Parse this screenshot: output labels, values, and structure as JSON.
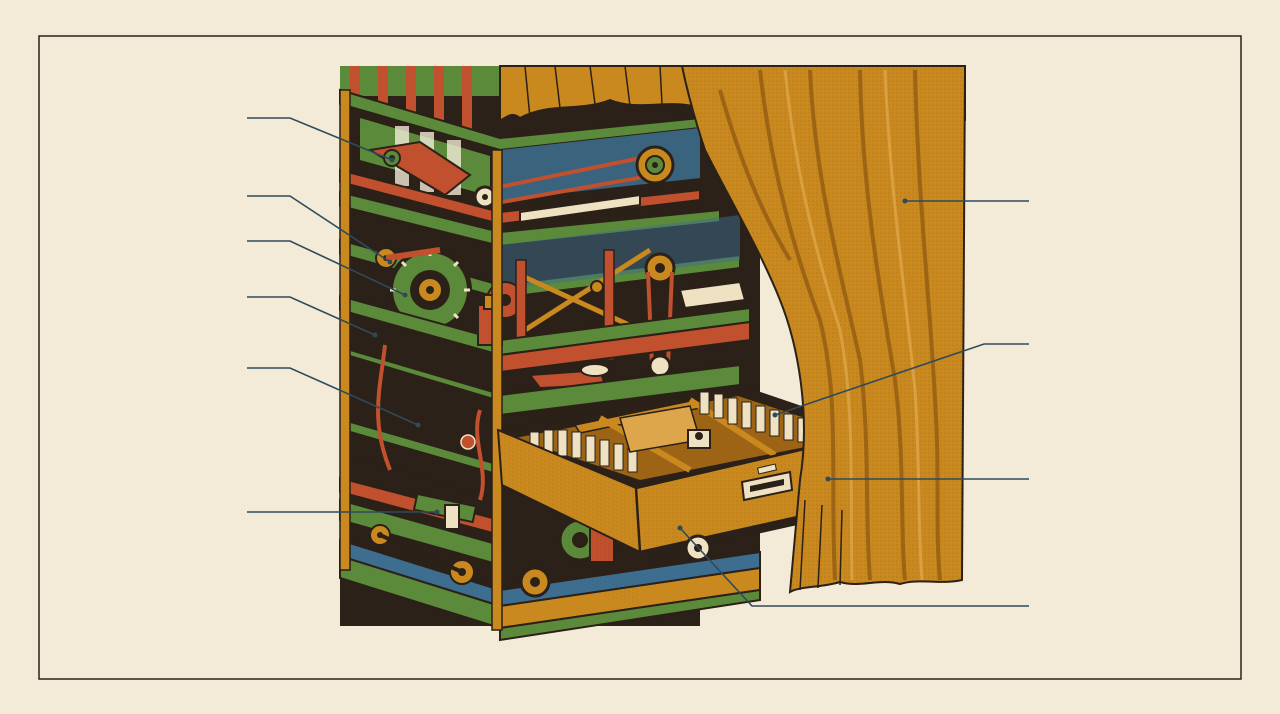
{
  "figure": {
    "background": "#f3ead8",
    "frame_color": "#2b2118",
    "callout_color": "#2f4a5a",
    "callout_count": 9
  },
  "palette": {
    "ink": "#2b2118",
    "green": "#5b8a3a",
    "rust": "#c0502e",
    "blue": "#3d6e8f",
    "ochre": "#c9891f",
    "ochre_dark": "#9c6414",
    "ochre_light": "#dea64a",
    "paper_card": "#efe2c2"
  },
  "components": [
    {
      "id": "rocker-linkage"
    },
    {
      "id": "idler-pulley"
    },
    {
      "id": "main-gear"
    },
    {
      "id": "frame-shelf"
    },
    {
      "id": "machine-housing"
    },
    {
      "id": "lower-linkage"
    },
    {
      "id": "curtain"
    },
    {
      "id": "index-cards"
    },
    {
      "id": "file-drawer"
    },
    {
      "id": "drawer-base"
    }
  ]
}
